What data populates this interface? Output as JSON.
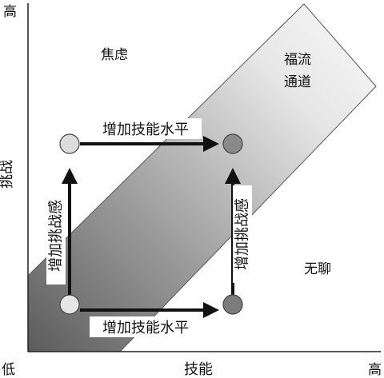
{
  "axes": {
    "x_title": "技能",
    "y_title": "挑战",
    "origin_label": "低",
    "x_end_label": "高",
    "y_end_label": "高"
  },
  "regions": {
    "anxiety": "焦虑",
    "flow_line1": "福流",
    "flow_line2": "通道",
    "boredom": "无聊"
  },
  "arrows": {
    "top_horizontal": "增加技能水平",
    "bottom_horizontal": "增加技能水平",
    "left_vertical": "增加挑战感",
    "right_vertical": "增加挑战感"
  },
  "colors": {
    "point_light": "#dcdcdc",
    "point_dark": "#808080",
    "arrow": "#111111",
    "axis": "#222222"
  }
}
